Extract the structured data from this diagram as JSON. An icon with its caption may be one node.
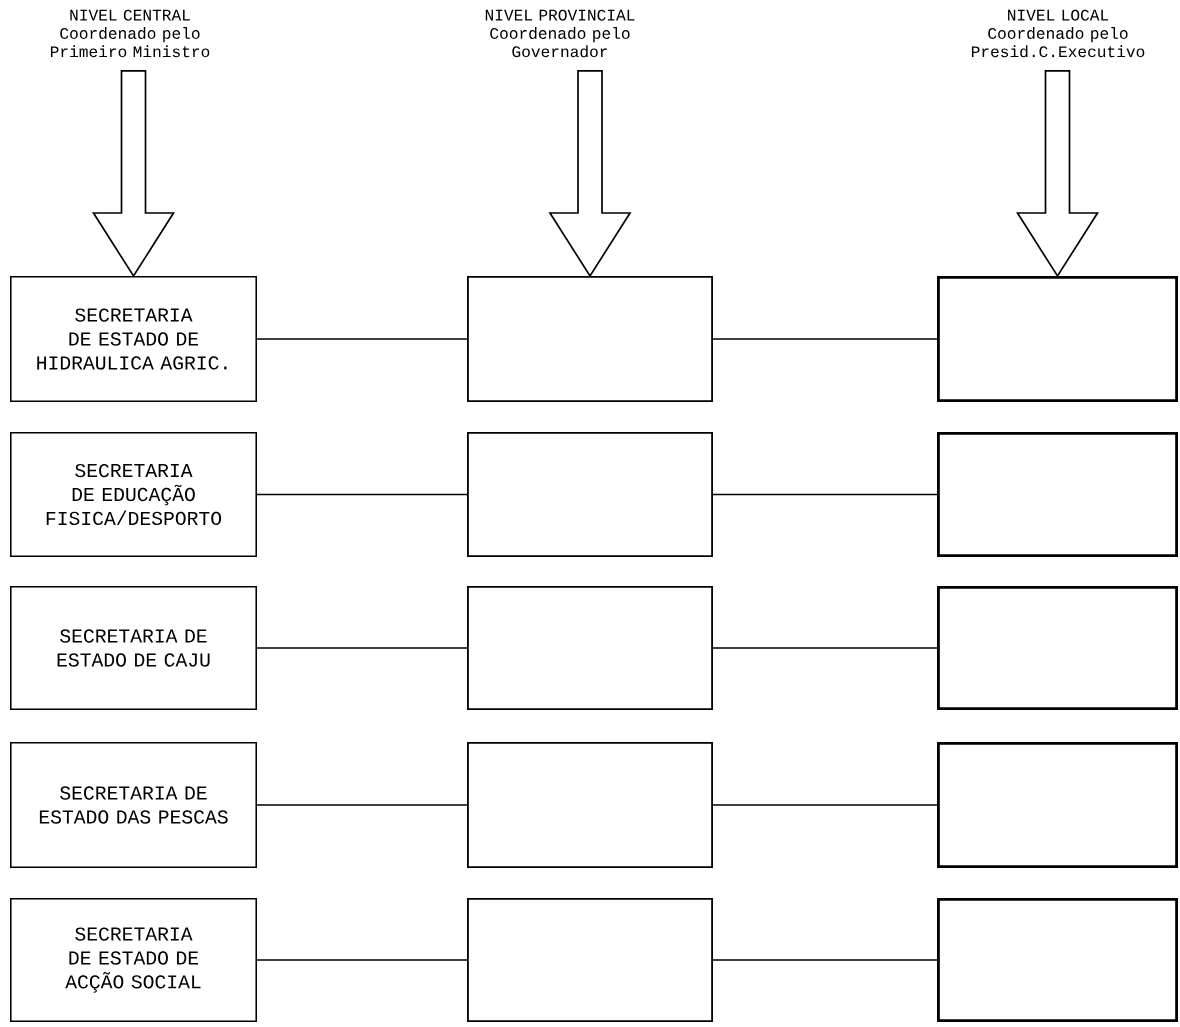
{
  "diagram": {
    "nodes": [
      {
        "text": [
          "NIVEL CENTRAL",
          "Coordenado pelo Primeiro Ministro"
        ]
      },
      {
        "text": [
          "NIVEL PROVINCIAL",
          "Coordenado pelo Governador"
        ]
      },
      {
        "text": [
          "NIVEL LOCAL",
          "Coordenado pelo Presid.C.Executivo"
        ]
      },
      {
        "text": [
          "SECRETARIA DE ESTADO DE HIDRAULICA AGRIC."
        ]
      },
      {
        "text": [],
        "shape": "box"
      },
      {
        "text": [],
        "shape": "box"
      },
      {
        "text": [
          "SECRETARIA DE EDUCAÇÃO FISICA/DESPORTO"
        ]
      },
      {
        "text": [],
        "shape": "box"
      },
      {
        "text": [],
        "shape": "box"
      },
      {
        "text": [
          "SECRETARIA DE ESTADO DE CAJU"
        ]
      },
      {
        "text": [],
        "shape": "box"
      },
      {
        "text": [],
        "shape": "box"
      },
      {
        "text": [
          "SECRETARIA DE ESTADO DAS PESCAS"
        ]
      },
      {
        "text": [],
        "shape": "box"
      },
      {
        "text": [],
        "shape": "box"
      },
      {
        "text": [
          "SECRETARIA DE ESTADO DE ACÇÃO SOCIAL"
        ]
      },
      {
        "text": [],
        "shape": "box"
      },
      {
        "text": [],
        "shape": "box"
      }
    ],
    "edges": [
      {
        "from": 0,
        "to": 3,
        "arrow": "to"
      },
      {
        "from": 1,
        "to": 4,
        "arrow": "to"
      },
      {
        "from": 2,
        "to": 5,
        "arrow": "to"
      },
      {
        "from": 3,
        "to": 4,
        "arrow": "none"
      },
      {
        "from": 4,
        "to": 5,
        "arrow": "none"
      },
      {
        "from": 6,
        "to": 7,
        "arrow": "none"
      },
      {
        "from": 7,
        "to": 8,
        "arrow": "none"
      },
      {
        "from": 9,
        "to": 10,
        "arrow": "none"
      },
      {
        "from": 10,
        "to": 11,
        "arrow": "none"
      },
      {
        "from": 12,
        "to": 13,
        "arrow": "none"
      },
      {
        "from": 13,
        "to": 14,
        "arrow": "none"
      },
      {
        "from": 15,
        "to": 16,
        "arrow": "none"
      },
      {
        "from": 16,
        "to": 17,
        "arrow": "none"
      }
    ]
  }
}
